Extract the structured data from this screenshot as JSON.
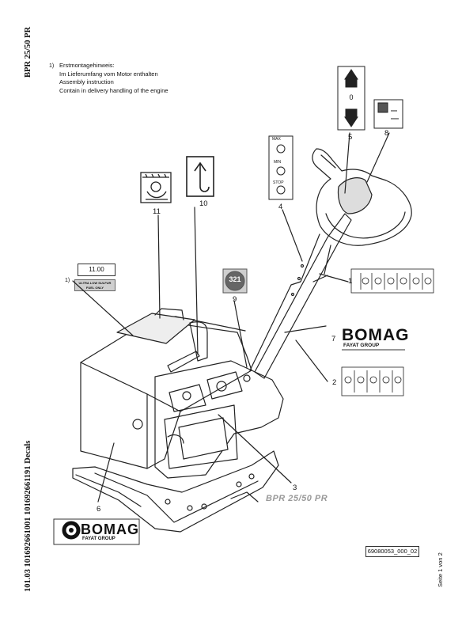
{
  "side_titles": {
    "model": "BPR 25/50 PR",
    "part_numbers": "101.03 101692661001 101692661191 Decals",
    "page": "Seite 1 von 2"
  },
  "note": {
    "marker": "1)",
    "line1": "Erstmontagehinweis:",
    "line2": "Im Lieferumfang vom Motor enthalten",
    "line3": "Assembly instruction",
    "line4": "Contain in delivery handling of the engine"
  },
  "fuel_decal": {
    "marker": "1)",
    "value": "11.00",
    "text": "ULTRA LOW SULFUR FUEL ONLY"
  },
  "decal_5": {
    "center": "0"
  },
  "decal_4": {
    "max": "MAX",
    "min": "MIN",
    "stop": "STOP"
  },
  "decal_9": {
    "text": "321"
  },
  "callouts": {
    "c1": "1",
    "c2": "2",
    "c3": "3",
    "c4": "4",
    "c5": "5",
    "c6": "6",
    "c7": "7",
    "c8": "8",
    "c9": "9",
    "c10": "10",
    "c11": "11"
  },
  "logos": {
    "bomag_right": "BOMAG",
    "fayat_right": "FAYAT GROUP",
    "bomag_bottom": "BOMAG",
    "fayat_bottom": "FAYAT GROUP",
    "base_text": "BPR 25/50 PR"
  },
  "drawing_code": "69080053_000_02",
  "colors": {
    "line": "#222222",
    "decal_fill": "#d9d9d9",
    "logo_red": "#c8102e"
  }
}
